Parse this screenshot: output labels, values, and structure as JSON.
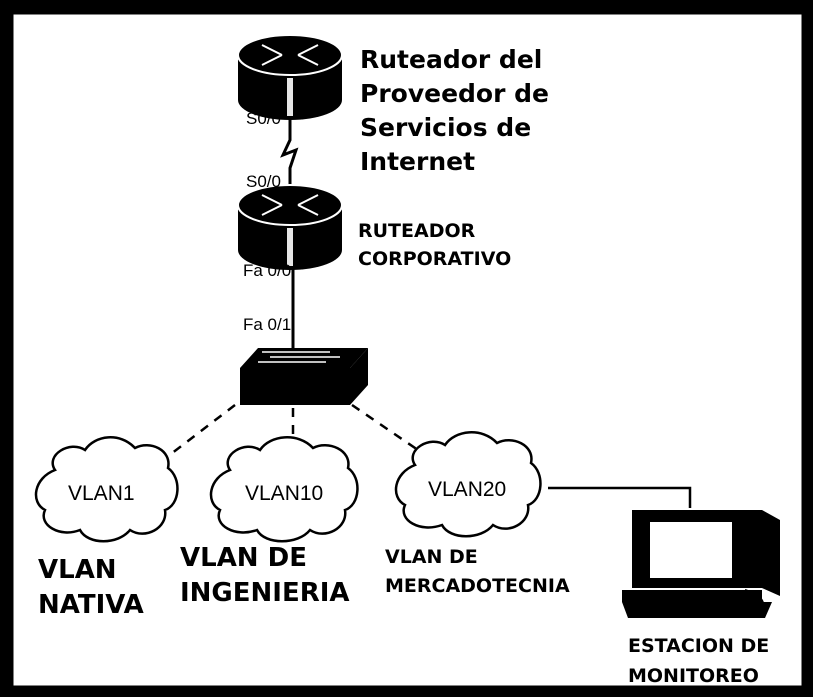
{
  "isp_router": {
    "label_lines": [
      "Ruteador del",
      "Proveedor de",
      "Servicios de",
      "Internet"
    ],
    "port_bottom": "S0/0"
  },
  "corp_router": {
    "label_lines": [
      "RUTEADOR",
      "CORPORATIVO"
    ],
    "port_top": "S0/0",
    "port_bottom": "Fa 0/0"
  },
  "switch": {
    "port_top": "Fa 0/1"
  },
  "vlans": [
    {
      "cloud_label": "VLAN1",
      "caption_lines": [
        "VLAN",
        "NATIVA"
      ]
    },
    {
      "cloud_label": "VLAN10",
      "caption_lines": [
        "VLAN DE",
        "INGENIERIA"
      ]
    },
    {
      "cloud_label": "VLAN20",
      "caption_lines": [
        "VLAN DE",
        "MERCADOTECNIA"
      ]
    }
  ],
  "station": {
    "caption_lines": [
      "ESTACION DE",
      "MONITOREO"
    ]
  },
  "colors": {
    "background": "#ffffff",
    "frame": "#000000",
    "device": "#000000"
  }
}
